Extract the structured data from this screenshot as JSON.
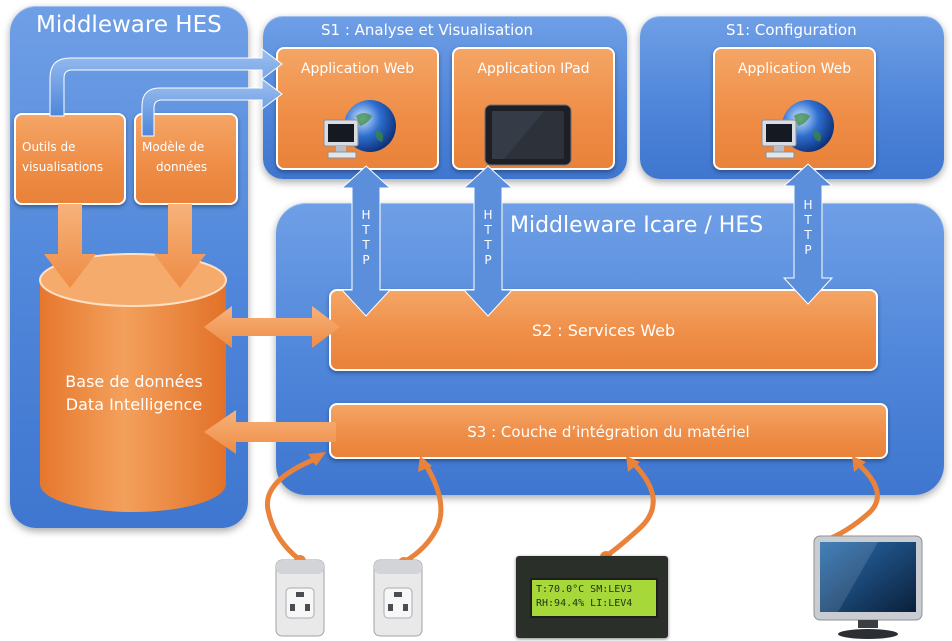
{
  "panels": {
    "middleware_hes": "Middleware HES",
    "analyse": "S1 : Analyse et Visualisation",
    "configuration": "S1: Configuration",
    "icare": "Middleware Icare / HES"
  },
  "boxes": {
    "outils": [
      "Outils de",
      "visualisations"
    ],
    "modele": [
      "Modèle de",
      "données"
    ],
    "app_web_1": "Application Web",
    "app_ipad": "Application IPad",
    "app_web_2": "Application Web",
    "services_web": "S2 : Services Web",
    "couche": "S3 : Couche d’intégration du matériel"
  },
  "database": [
    "Base de données",
    "Data Intelligence"
  ],
  "http_label": [
    "H",
    "T",
    "T",
    "P"
  ],
  "lcd": {
    "line1": "T:70.0°C SM:LEV3",
    "line2": "RH:94.4% LI:LEV4"
  },
  "colors": {
    "panel_blue": "#4f86da",
    "box_orange": "#ee8c45",
    "arrow_blue": "#5b8fdb",
    "connector_orange": "#e9823a"
  },
  "icons": [
    "globe-computer-icon",
    "tablet-icon",
    "smart-plug-icon",
    "lcd-sensor-icon",
    "monitor-icon"
  ]
}
